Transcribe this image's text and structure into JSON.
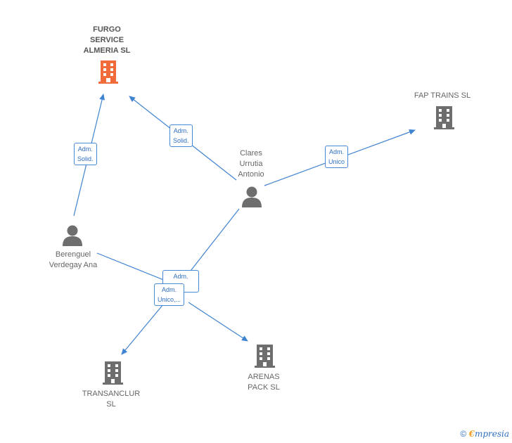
{
  "nodes": {
    "furgo": {
      "lines": [
        "FURGO",
        "SERVICE",
        "ALMERIA  SL"
      ],
      "type": "company",
      "highlight": true,
      "color": "#f26b3a"
    },
    "fap": {
      "lines": [
        "FAP TRAINS  SL"
      ],
      "type": "company",
      "color": "#6e6e6e"
    },
    "clares": {
      "lines": [
        "Clares",
        "Urrutia",
        "Antonio"
      ],
      "type": "person",
      "color": "#6e6e6e"
    },
    "berenguel": {
      "lines": [
        "Berenguel",
        "Verdegay Ana"
      ],
      "type": "person",
      "color": "#6e6e6e"
    },
    "transanclur": {
      "lines": [
        "TRANSANCLUR",
        "SL"
      ],
      "type": "company",
      "color": "#6e6e6e"
    },
    "arenas": {
      "lines": [
        "ARENAS",
        "PACK  SL"
      ],
      "type": "company",
      "color": "#6e6e6e"
    }
  },
  "edges": [
    {
      "id": "berenguel-furgo",
      "lines": [
        "Adm.",
        "Solid."
      ]
    },
    {
      "id": "clares-furgo",
      "lines": [
        "Adm.",
        "Solid."
      ]
    },
    {
      "id": "clares-fap",
      "lines": [
        "Adm.",
        "Unico"
      ]
    },
    {
      "id": "clares-hub",
      "lines": [
        "Adm.",
        "..."
      ]
    },
    {
      "id": "berenguel-hub",
      "lines": [
        "Adm.",
        "Unico,..."
      ]
    }
  ],
  "colors": {
    "edge": "#3f83d1",
    "accent": "#f26b3a",
    "icon": "#6e6e6e"
  },
  "footer": {
    "copyright": "©",
    "brand_first": "€",
    "brand_rest": "mpresia"
  }
}
